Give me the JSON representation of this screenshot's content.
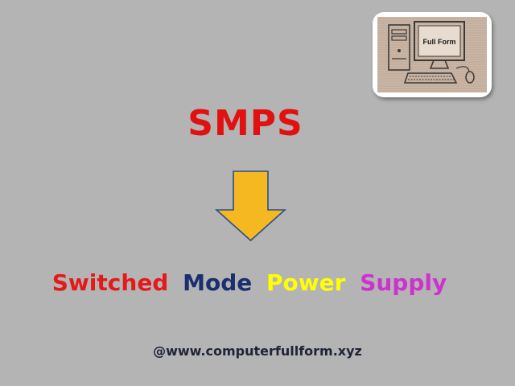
{
  "logo": {
    "label": "Full Form"
  },
  "abbreviation": "SMPS",
  "full_form": {
    "words": [
      {
        "text": "Switched",
        "color": "#e41a1a"
      },
      {
        "text": "Mode",
        "color": "#1b2f6e"
      },
      {
        "text": "Power",
        "color": "#ffff00"
      },
      {
        "text": "Supply",
        "color": "#cc33cc"
      }
    ]
  },
  "website": "@www.computerfullform.xyz",
  "colors": {
    "background": "#b4b4b4",
    "abbreviation": "#e11111",
    "arrow_fill": "#f5b820",
    "arrow_stroke": "#2c4f8a"
  }
}
